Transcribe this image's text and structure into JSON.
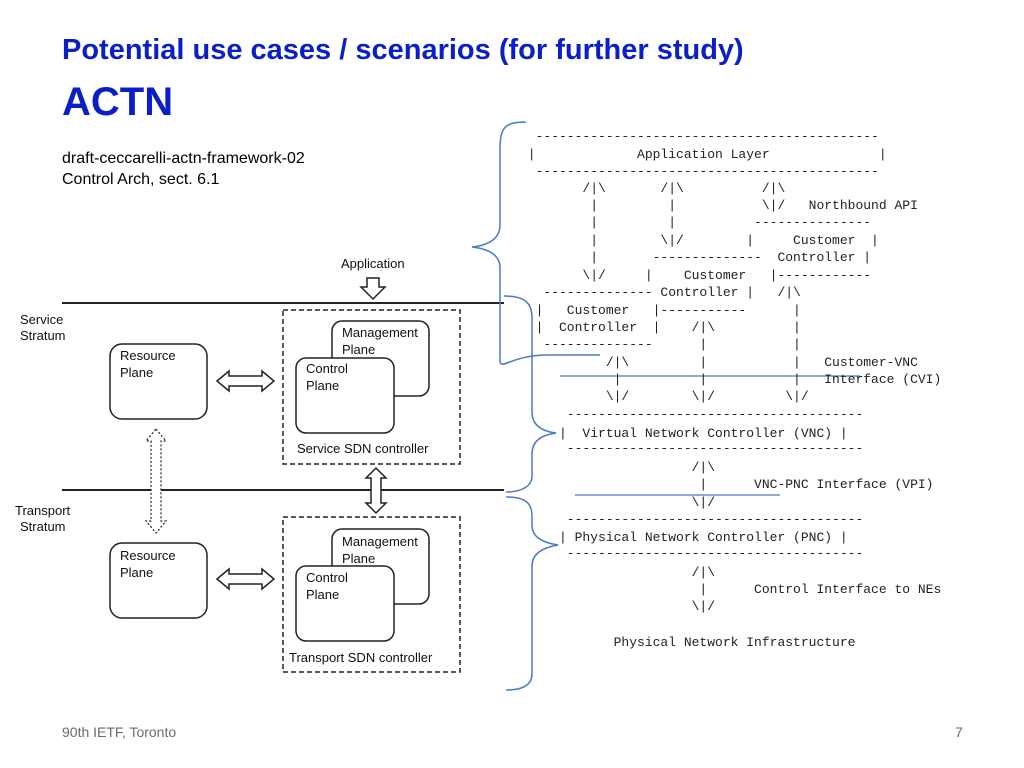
{
  "slide": {
    "title": "Potential use cases / scenarios (for further study)",
    "subtitle": "ACTN",
    "reference": [
      "draft-ceccarelli-actn-framework-02",
      "Control Arch, sect. 6.1"
    ],
    "footer_left": "90th IETF, Toronto",
    "page_number": "7"
  },
  "left_diagram": {
    "application": "Application",
    "service_stratum": [
      "Service",
      "Stratum"
    ],
    "transport_stratum": [
      "Transport",
      "Stratum"
    ],
    "resource_plane": [
      "Resource",
      "Plane"
    ],
    "management_plane": [
      "Management",
      "Plane"
    ],
    "control_plane": [
      "Control",
      "Plane"
    ],
    "service_sdn_controller": "Service SDN controller",
    "transport_sdn_controller": "Transport SDN controller"
  },
  "right_diagram": {
    "lines": [
      "  --------------------------------------------",
      " |             Application Layer              |",
      "  --------------------------------------------",
      "        /|\\       /|\\          /|\\",
      "         |         |           \\|/   Northbound API",
      "         |         |          ---------------",
      "         |        \\|/        |     Customer  |",
      "         |       --------------  Controller |",
      "        \\|/     |    Customer   |------------",
      "   -------------- Controller |   /|\\",
      "  |   Customer   |-----------      |",
      "  |  Controller  |    /|\\          |",
      "   --------------      |           |",
      "           /|\\         |           |   Customer-VNC",
      "            |          |           |   Interface (CVI)",
      "           \\|/        \\|/         \\|/",
      "      --------------------------------------",
      "     |  Virtual Network Controller (VNC) |",
      "      --------------------------------------",
      "                      /|\\",
      "                       |      VNC-PNC Interface (VPI)",
      "                      \\|/",
      "      --------------------------------------",
      "     | Physical Network Controller (PNC) |",
      "      --------------------------------------",
      "                      /|\\",
      "                       |      Control Interface to NEs",
      "                      \\|/",
      "",
      "            Physical Network Infrastructure"
    ]
  },
  "colors": {
    "title": "#0a1fc9",
    "brace": "#4a7bbf"
  }
}
